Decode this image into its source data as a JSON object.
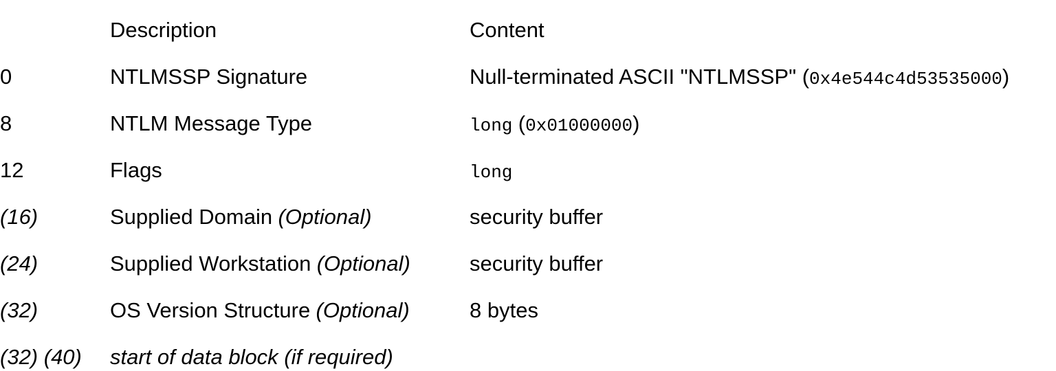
{
  "colors": {
    "background": "#ffffff",
    "text": "#000000"
  },
  "table": {
    "header": {
      "description": "Description",
      "content": "Content"
    },
    "rows": [
      {
        "offset": "0",
        "description": "NTLMSSP Signature",
        "content_pre": "Null-terminated ASCII \"NTLMSSP\" (",
        "content_code": "0x4e544c4d53535000",
        "content_close": ")"
      },
      {
        "offset": "8",
        "description": "NTLM Message Type",
        "content_code1": "long",
        "content_open": "(",
        "content_code2": "0x01000000",
        "content_close": ")"
      },
      {
        "offset": "12",
        "description": "Flags",
        "content_code": "long"
      },
      {
        "offset": "(16)",
        "description": "Supplied Domain",
        "description_note": "(Optional)",
        "content": "security buffer"
      },
      {
        "offset": "(24)",
        "description": "Supplied Workstation",
        "description_note": "(Optional)",
        "content": "security buffer"
      },
      {
        "offset": "(32)",
        "description": "OS Version Structure",
        "description_note": "(Optional)",
        "content": "8 bytes"
      },
      {
        "offset": "(32) (40)",
        "description": "start of data block (if required)",
        "content": ""
      }
    ]
  }
}
